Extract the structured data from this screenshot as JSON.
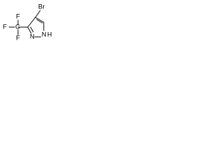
{
  "molecule": {
    "atoms": {
      "bromine": "Br",
      "fluorine_top": "F",
      "fluorine_left": "F",
      "fluorine_bottom": "F",
      "carbon_cf3": "C",
      "nitrogen_ring": "N",
      "nitrogen_nh": "N",
      "hydrogen_nh": "H"
    }
  }
}
